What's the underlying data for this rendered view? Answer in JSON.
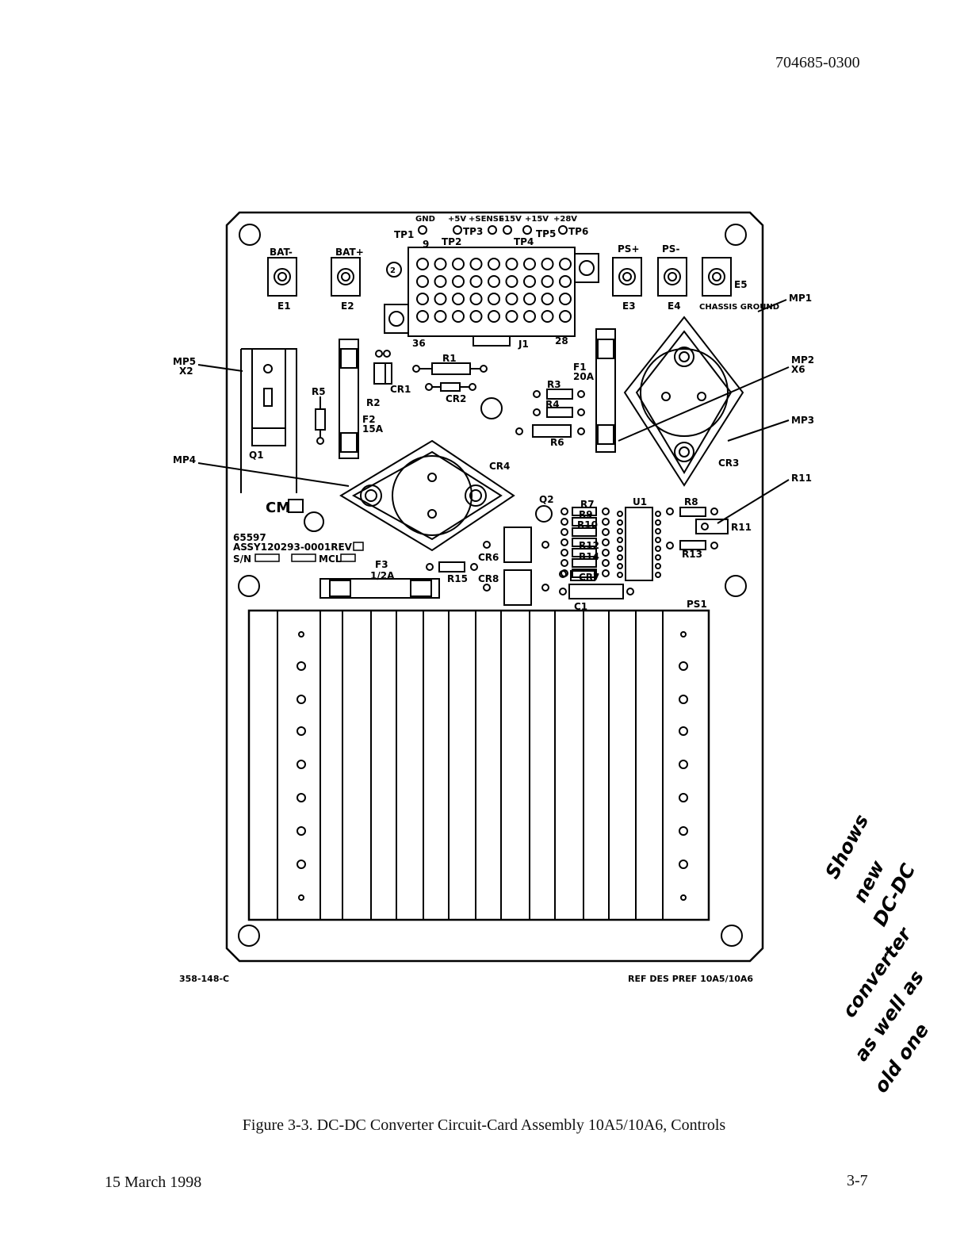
{
  "header": {
    "doc_number": "704685-0300"
  },
  "footer": {
    "date": "15 March 1998",
    "page": "3-7"
  },
  "caption": "Figure 3-3.  DC-DC Converter Circuit-Card Assembly 10A5/10A6, Controls",
  "drawing": {
    "drawing_number": "358-148-C",
    "ref_des": "REF DES PREF 10A5/10A6",
    "assembly_lines": [
      "65597",
      "ASSY120293-0001REV",
      "S/N",
      "MCL"
    ],
    "test_points": {
      "signals": [
        "GND",
        "+5V",
        "+SENSE",
        "-15V",
        "+15V",
        "+28V"
      ],
      "labels": [
        "TP1",
        "TP2",
        "TP3",
        "TP4",
        "TP5",
        "TP6"
      ]
    },
    "terminals": [
      {
        "name": "BAT-",
        "ref": "E1"
      },
      {
        "name": "BAT+",
        "ref": "E2"
      },
      {
        "name": "PS+",
        "ref": "E3"
      },
      {
        "name": "PS-",
        "ref": "E4"
      },
      {
        "name": "E5",
        "ref": "CHASSIS GROUND"
      }
    ],
    "connector": {
      "ref": "J1",
      "pin_9": "9",
      "pin_36": "36",
      "pin_28": "28",
      "marker": "2"
    },
    "fuses": [
      {
        "ref": "F1",
        "rating": "20A"
      },
      {
        "ref": "F2",
        "rating": "15A"
      },
      {
        "ref": "F3",
        "rating": "1/2A"
      }
    ],
    "callouts": [
      "MP1",
      "MP2",
      "X6",
      "MP3",
      "R11",
      "MP5",
      "X2",
      "MP4"
    ],
    "resistors": [
      "R1",
      "R2",
      "R3",
      "R4",
      "R5",
      "R6",
      "R7",
      "R8",
      "R9",
      "R10",
      "R12",
      "R13",
      "R14",
      "R15"
    ],
    "diodes": [
      "CR1",
      "CR2",
      "CR3",
      "CR4",
      "CR6",
      "CR7",
      "CR8"
    ],
    "other": [
      "Q1",
      "Q2",
      "U1",
      "C1",
      "PS1",
      "CM"
    ]
  },
  "handwriting": [
    "Shows",
    "new",
    "DC-DC",
    "converter",
    "as well as",
    "old one"
  ]
}
